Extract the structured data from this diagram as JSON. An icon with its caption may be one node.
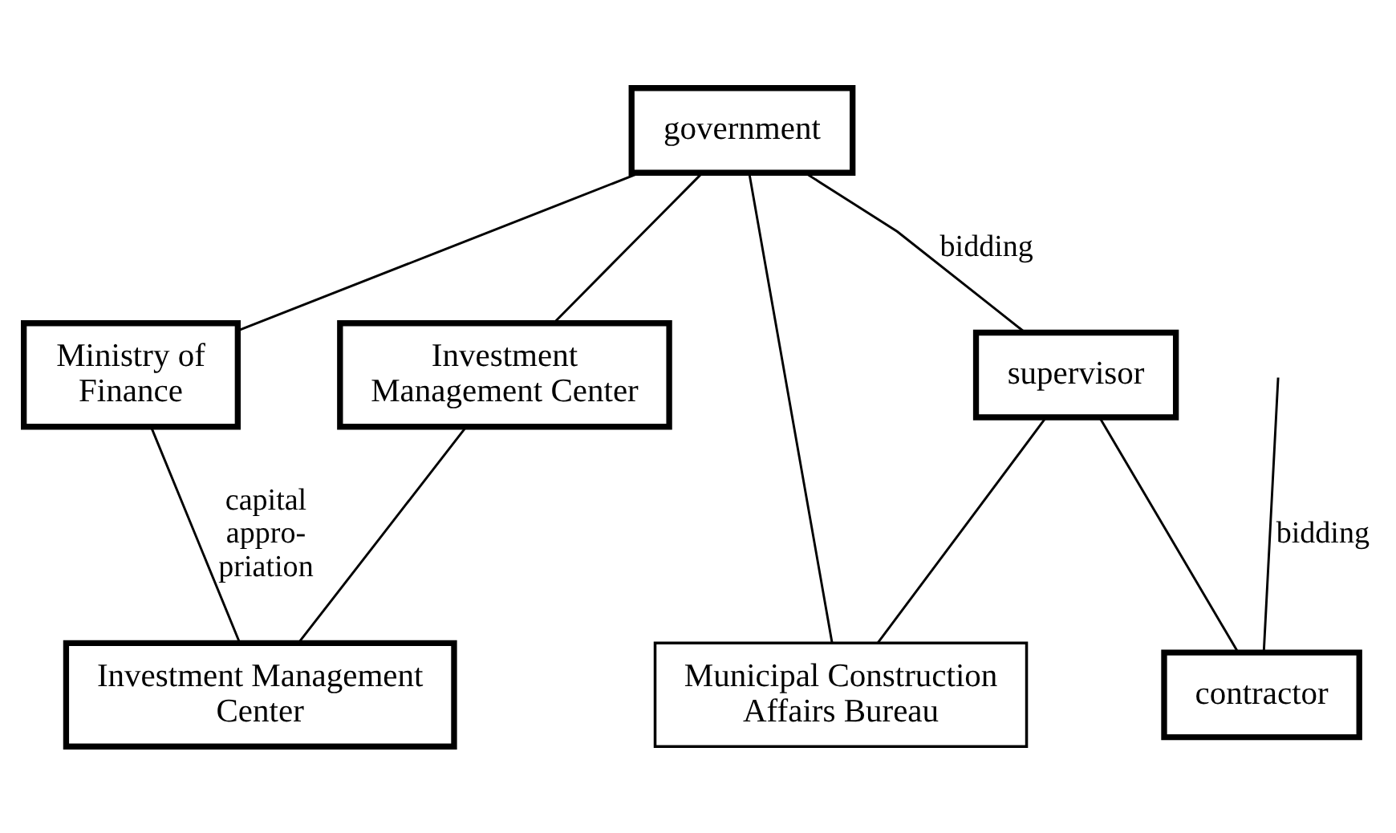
{
  "diagram": {
    "nodes": [
      {
        "text": [
          "government"
        ]
      },
      {
        "text": [
          "Ministry of Finance"
        ]
      },
      {
        "text": [
          "Investment Management Center"
        ]
      },
      {
        "text": [
          "supervisor"
        ]
      },
      {
        "text": [
          "Investment Management Center"
        ]
      },
      {
        "text": [
          "Municipal Construction Affairs Bureau"
        ]
      },
      {
        "text": [
          "contractor"
        ]
      }
    ],
    "edges": [
      {
        "from": 0,
        "to": 1,
        "arrow": "none"
      },
      {
        "from": 0,
        "to": 2,
        "arrow": "none"
      },
      {
        "from": 0,
        "to": 5,
        "arrow": "none"
      },
      {
        "from": 0,
        "to": 3,
        "arrow": "none",
        "label": "bidding"
      },
      {
        "from": 2,
        "to": 4,
        "arrow": "none"
      },
      {
        "from": 1,
        "to": 4,
        "arrow": "none",
        "label": "capital appro- priation"
      },
      {
        "from": 3,
        "to": 5,
        "arrow": "none"
      },
      {
        "from": 3,
        "to": 6,
        "arrow": "none"
      },
      {
        "from": null,
        "to": 6,
        "arrow": "none",
        "label": "bidding"
      }
    ]
  }
}
